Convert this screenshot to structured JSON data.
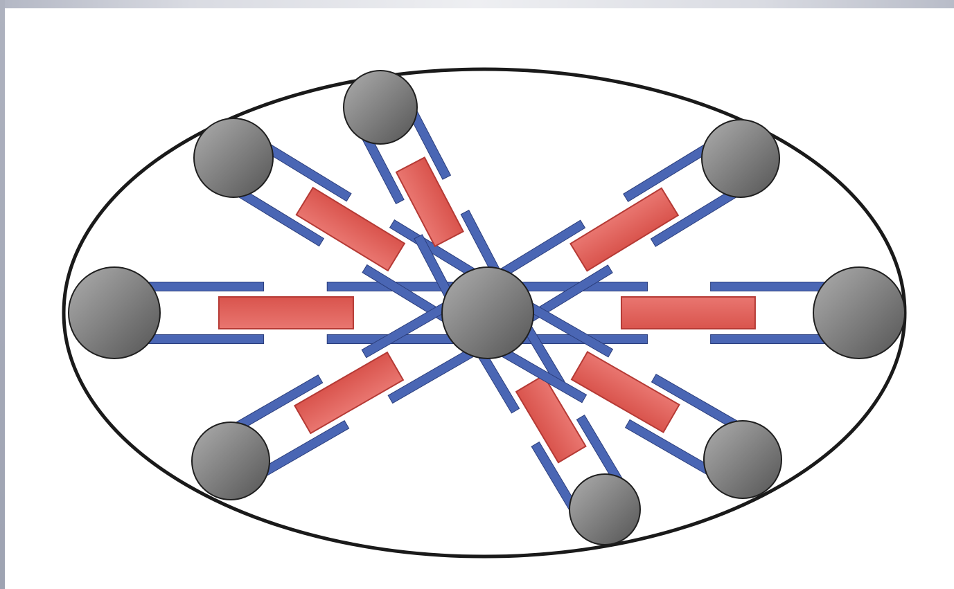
{
  "diagram": {
    "colors": {
      "boundary": "#1a1a1a",
      "rod": "#4a66b4",
      "rod_edge": "#2c3f7d",
      "piston": "#e0605a",
      "piston_edge": "#b53a35",
      "node_light": "#aeaeae",
      "node_dark": "#545454",
      "node_edge": "#1f1f1f"
    },
    "hub": {
      "name": "center-node"
    },
    "arms": [
      {
        "name": "arm-west"
      },
      {
        "name": "arm-east"
      },
      {
        "name": "arm-northwest"
      },
      {
        "name": "arm-north"
      },
      {
        "name": "arm-northeast"
      },
      {
        "name": "arm-southwest"
      },
      {
        "name": "arm-south"
      },
      {
        "name": "arm-southeast"
      }
    ]
  }
}
